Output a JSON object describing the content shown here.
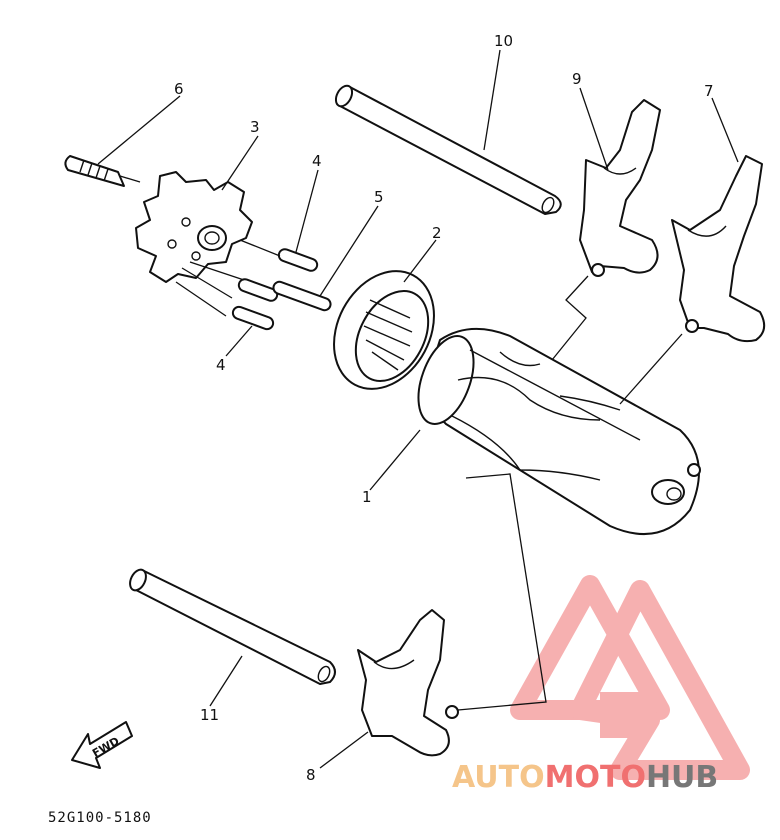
{
  "diagram": {
    "part_labels": {
      "p1": "1",
      "p2": "2",
      "p3": "3",
      "p4a": "4",
      "p4b": "4",
      "p5": "5",
      "p6": "6",
      "p7": "7",
      "p8": "8",
      "p9": "9",
      "p10": "10",
      "p11": "11"
    },
    "fwd_arrow_label": "FWD",
    "drawing_code": "52G100-5180"
  },
  "watermark": {
    "text_part1": "AUTO",
    "text_part2": "MOTO",
    "text_part3": "HUB",
    "color_light": "#f5c58a",
    "color_red": "#f07070",
    "color_dark": "#777777"
  }
}
